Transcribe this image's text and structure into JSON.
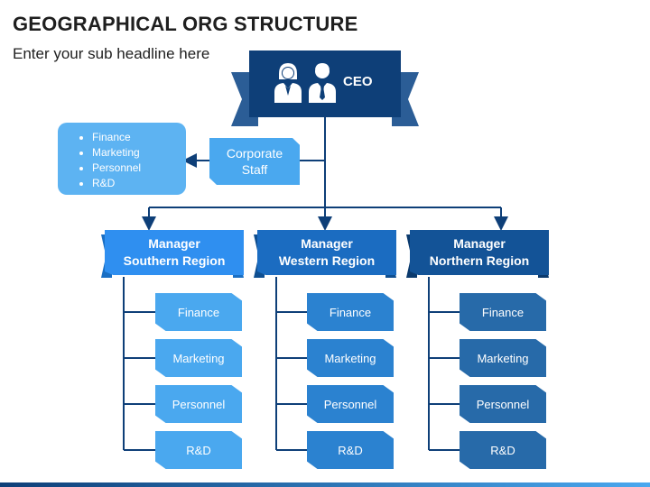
{
  "title": "GEOGRAPHICAL ORG STRUCTURE",
  "subtitle": "Enter your sub headline here",
  "ceo": {
    "label": "CEO",
    "icons": [
      "female-person-icon",
      "male-person-icon"
    ]
  },
  "corporate_staff": {
    "line1": "Corporate",
    "line2": "Staff"
  },
  "corporate_functions": [
    "Finance",
    "Marketing",
    "Personnel",
    "R&D"
  ],
  "managers": [
    {
      "line1": "Manager",
      "line2": "Southern Region",
      "color": "#2f8ff0",
      "dept_color": "#4aa8ef",
      "departments": [
        "Finance",
        "Marketing",
        "Personnel",
        "R&D"
      ]
    },
    {
      "line1": "Manager",
      "line2": "Western Region",
      "color": "#1b6cc1",
      "dept_color": "#2b82d0",
      "departments": [
        "Finance",
        "Marketing",
        "Personnel",
        "R&D"
      ]
    },
    {
      "line1": "Manager",
      "line2": "Northern Region",
      "color": "#135397",
      "dept_color": "#276aa9",
      "departments": [
        "Finance",
        "Marketing",
        "Personnel",
        "R&D"
      ]
    }
  ],
  "colors": {
    "connector": "#0e3f78",
    "ceo": "#0e3f78",
    "ribbon": "#2b5d96"
  }
}
